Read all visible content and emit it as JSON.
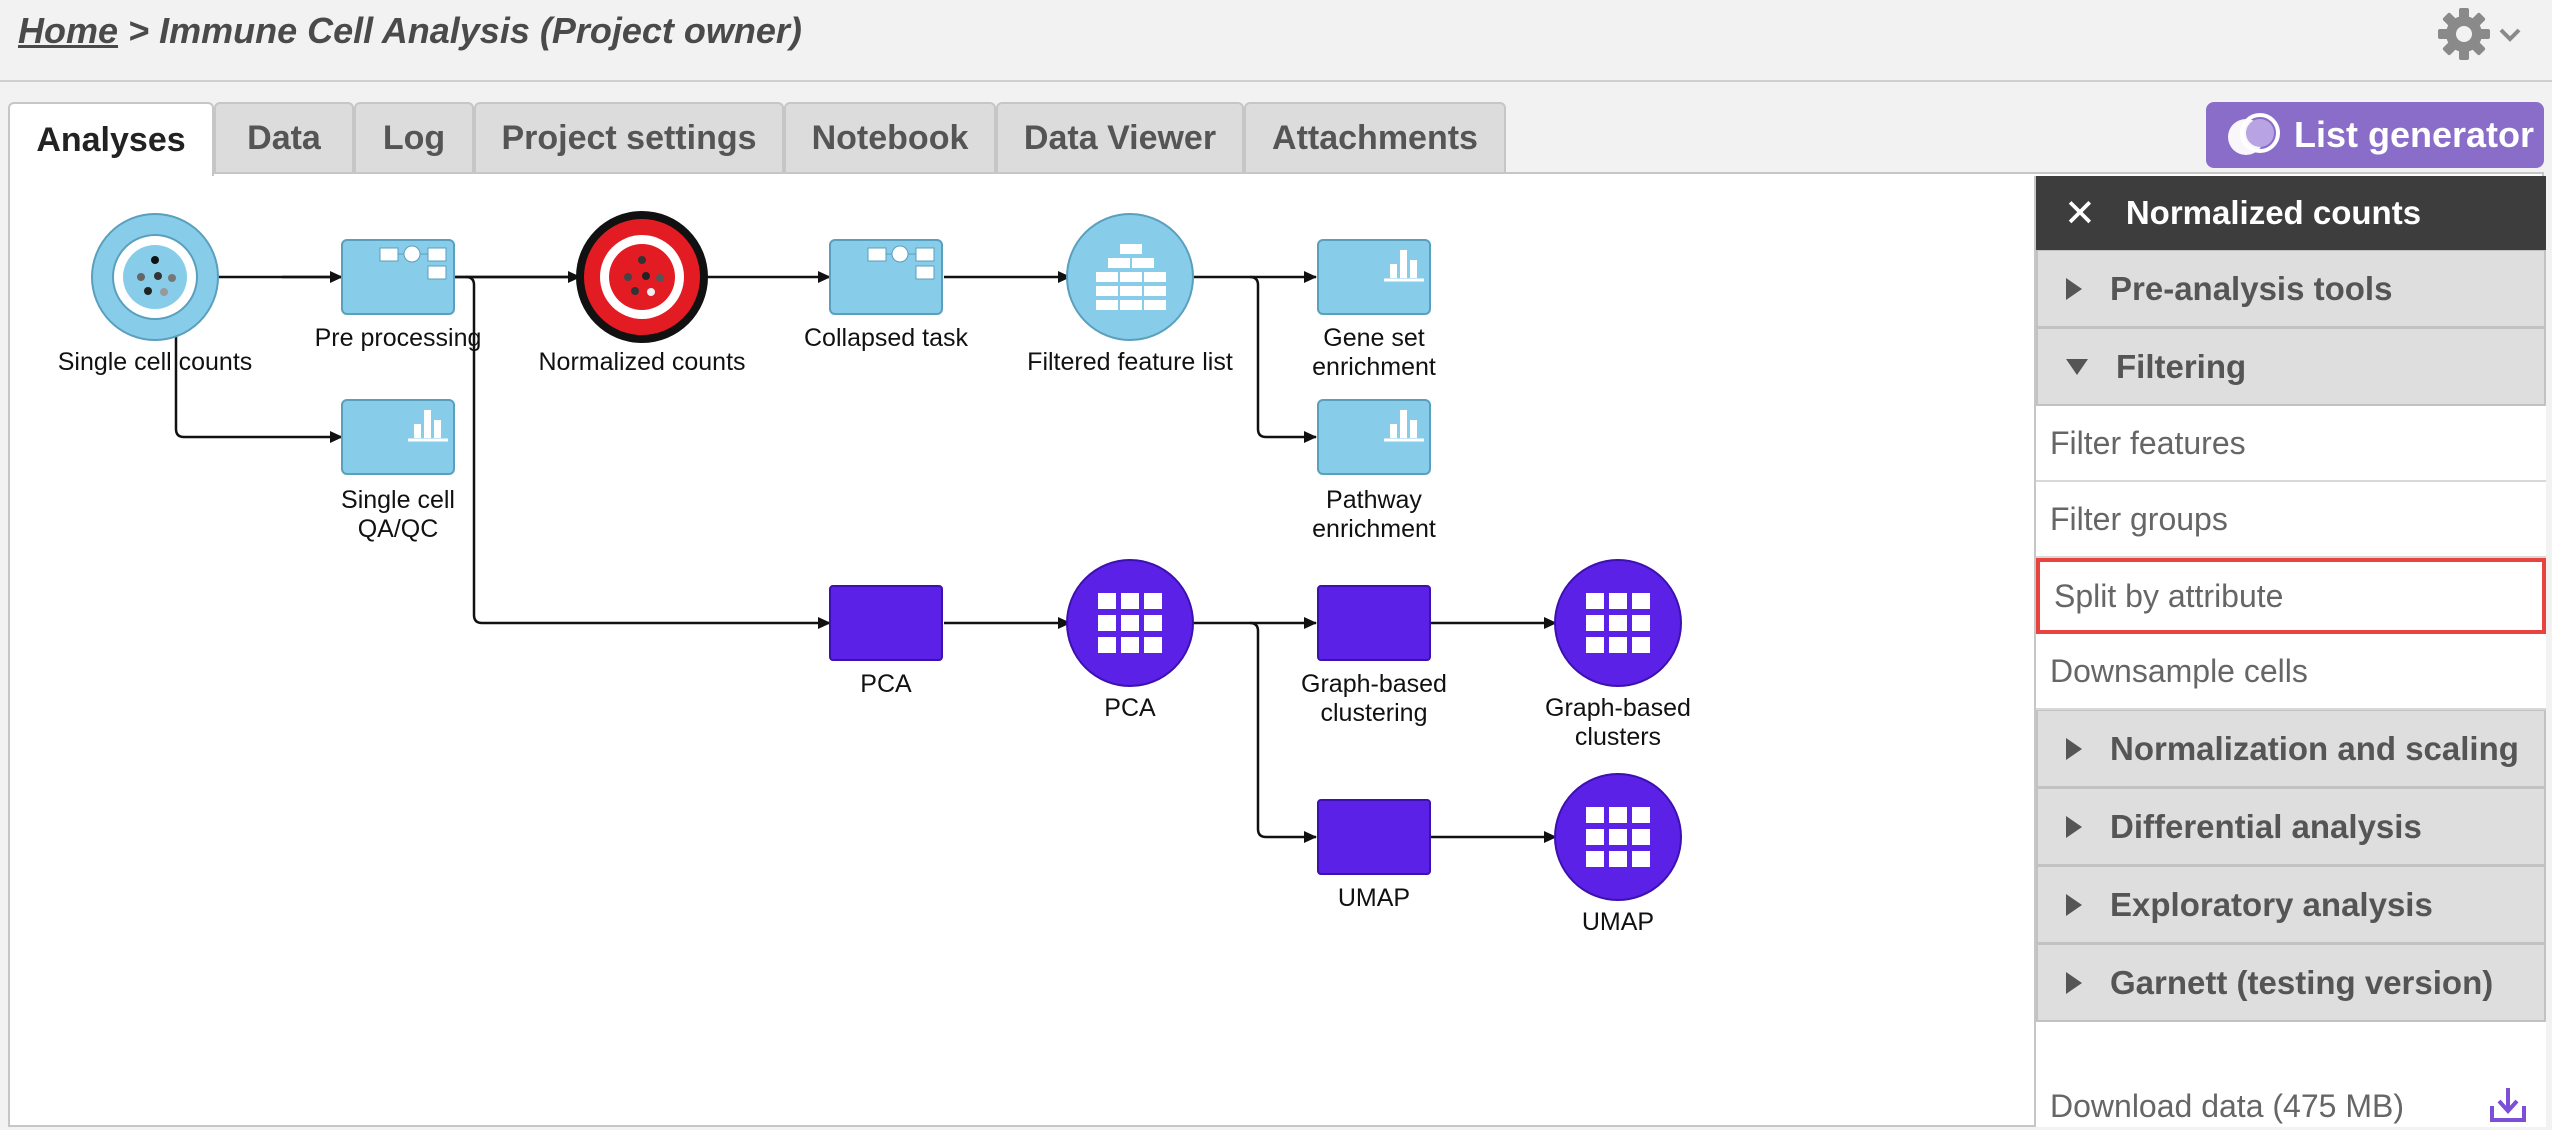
{
  "header": {
    "breadcrumb_home": "Home",
    "breadcrumb_separator": " > ",
    "breadcrumb_current": "Immune Cell Analysis (Project owner)",
    "settings_icon": "gear-icon"
  },
  "tabs": [
    {
      "label": "Analyses",
      "active": true
    },
    {
      "label": "Data",
      "active": false
    },
    {
      "label": "Log",
      "active": false
    },
    {
      "label": "Project settings",
      "active": false
    },
    {
      "label": "Notebook",
      "active": false
    },
    {
      "label": "Data Viewer",
      "active": false
    },
    {
      "label": "Attachments",
      "active": false
    }
  ],
  "list_generator": {
    "label": "List generator",
    "icon": "venn-icon",
    "color": "#8a6dc9"
  },
  "pipeline": {
    "colors": {
      "data_node": "#87cde9",
      "selected_node": "#e31b23",
      "purple_node": "#5b21e6"
    },
    "nodes": {
      "single_cell_counts": {
        "label": "Single cell counts"
      },
      "pre_processing": {
        "label": "Pre processing"
      },
      "single_cell_qaqc": {
        "label_line1": "Single cell",
        "label_line2": "QA/QC"
      },
      "normalized_counts": {
        "label": "Normalized counts",
        "selected": true
      },
      "collapsed_task": {
        "label": "Collapsed task"
      },
      "filtered_feature_list": {
        "label": "Filtered feature list"
      },
      "gene_set_enrichment": {
        "label_line1": "Gene set",
        "label_line2": "enrichment"
      },
      "pathway_enrichment": {
        "label_line1": "Pathway",
        "label_line2": "enrichment"
      },
      "pca_task": {
        "label": "PCA"
      },
      "pca_data": {
        "label": "PCA"
      },
      "graph_based_clustering": {
        "label_line1": "Graph-based",
        "label_line2": "clustering"
      },
      "graph_based_clusters": {
        "label_line1": "Graph-based",
        "label_line2": "clusters"
      },
      "umap_task": {
        "label": "UMAP"
      },
      "umap_data": {
        "label": "UMAP"
      }
    }
  },
  "panel": {
    "title": "Normalized counts",
    "close_icon": "close-icon",
    "sections_top": [
      {
        "label": "Pre-analysis tools",
        "expanded": false
      },
      {
        "label": "Filtering",
        "expanded": true
      }
    ],
    "filtering_items": [
      {
        "label": "Filter features",
        "highlighted": false
      },
      {
        "label": "Filter groups",
        "highlighted": false
      },
      {
        "label": "Split by attribute",
        "highlighted": true
      },
      {
        "label": "Downsample cells",
        "highlighted": false
      }
    ],
    "sections_bottom": [
      {
        "label": "Normalization and scaling",
        "expanded": false
      },
      {
        "label": "Differential analysis",
        "expanded": false
      },
      {
        "label": "Exploratory analysis",
        "expanded": false
      },
      {
        "label": "Garnett (testing version)",
        "expanded": false
      }
    ],
    "download": {
      "label": "Download data (475 MB)",
      "icon": "download-icon",
      "icon_color": "#7b4fd6"
    },
    "highlight_color": "#e8433f"
  }
}
